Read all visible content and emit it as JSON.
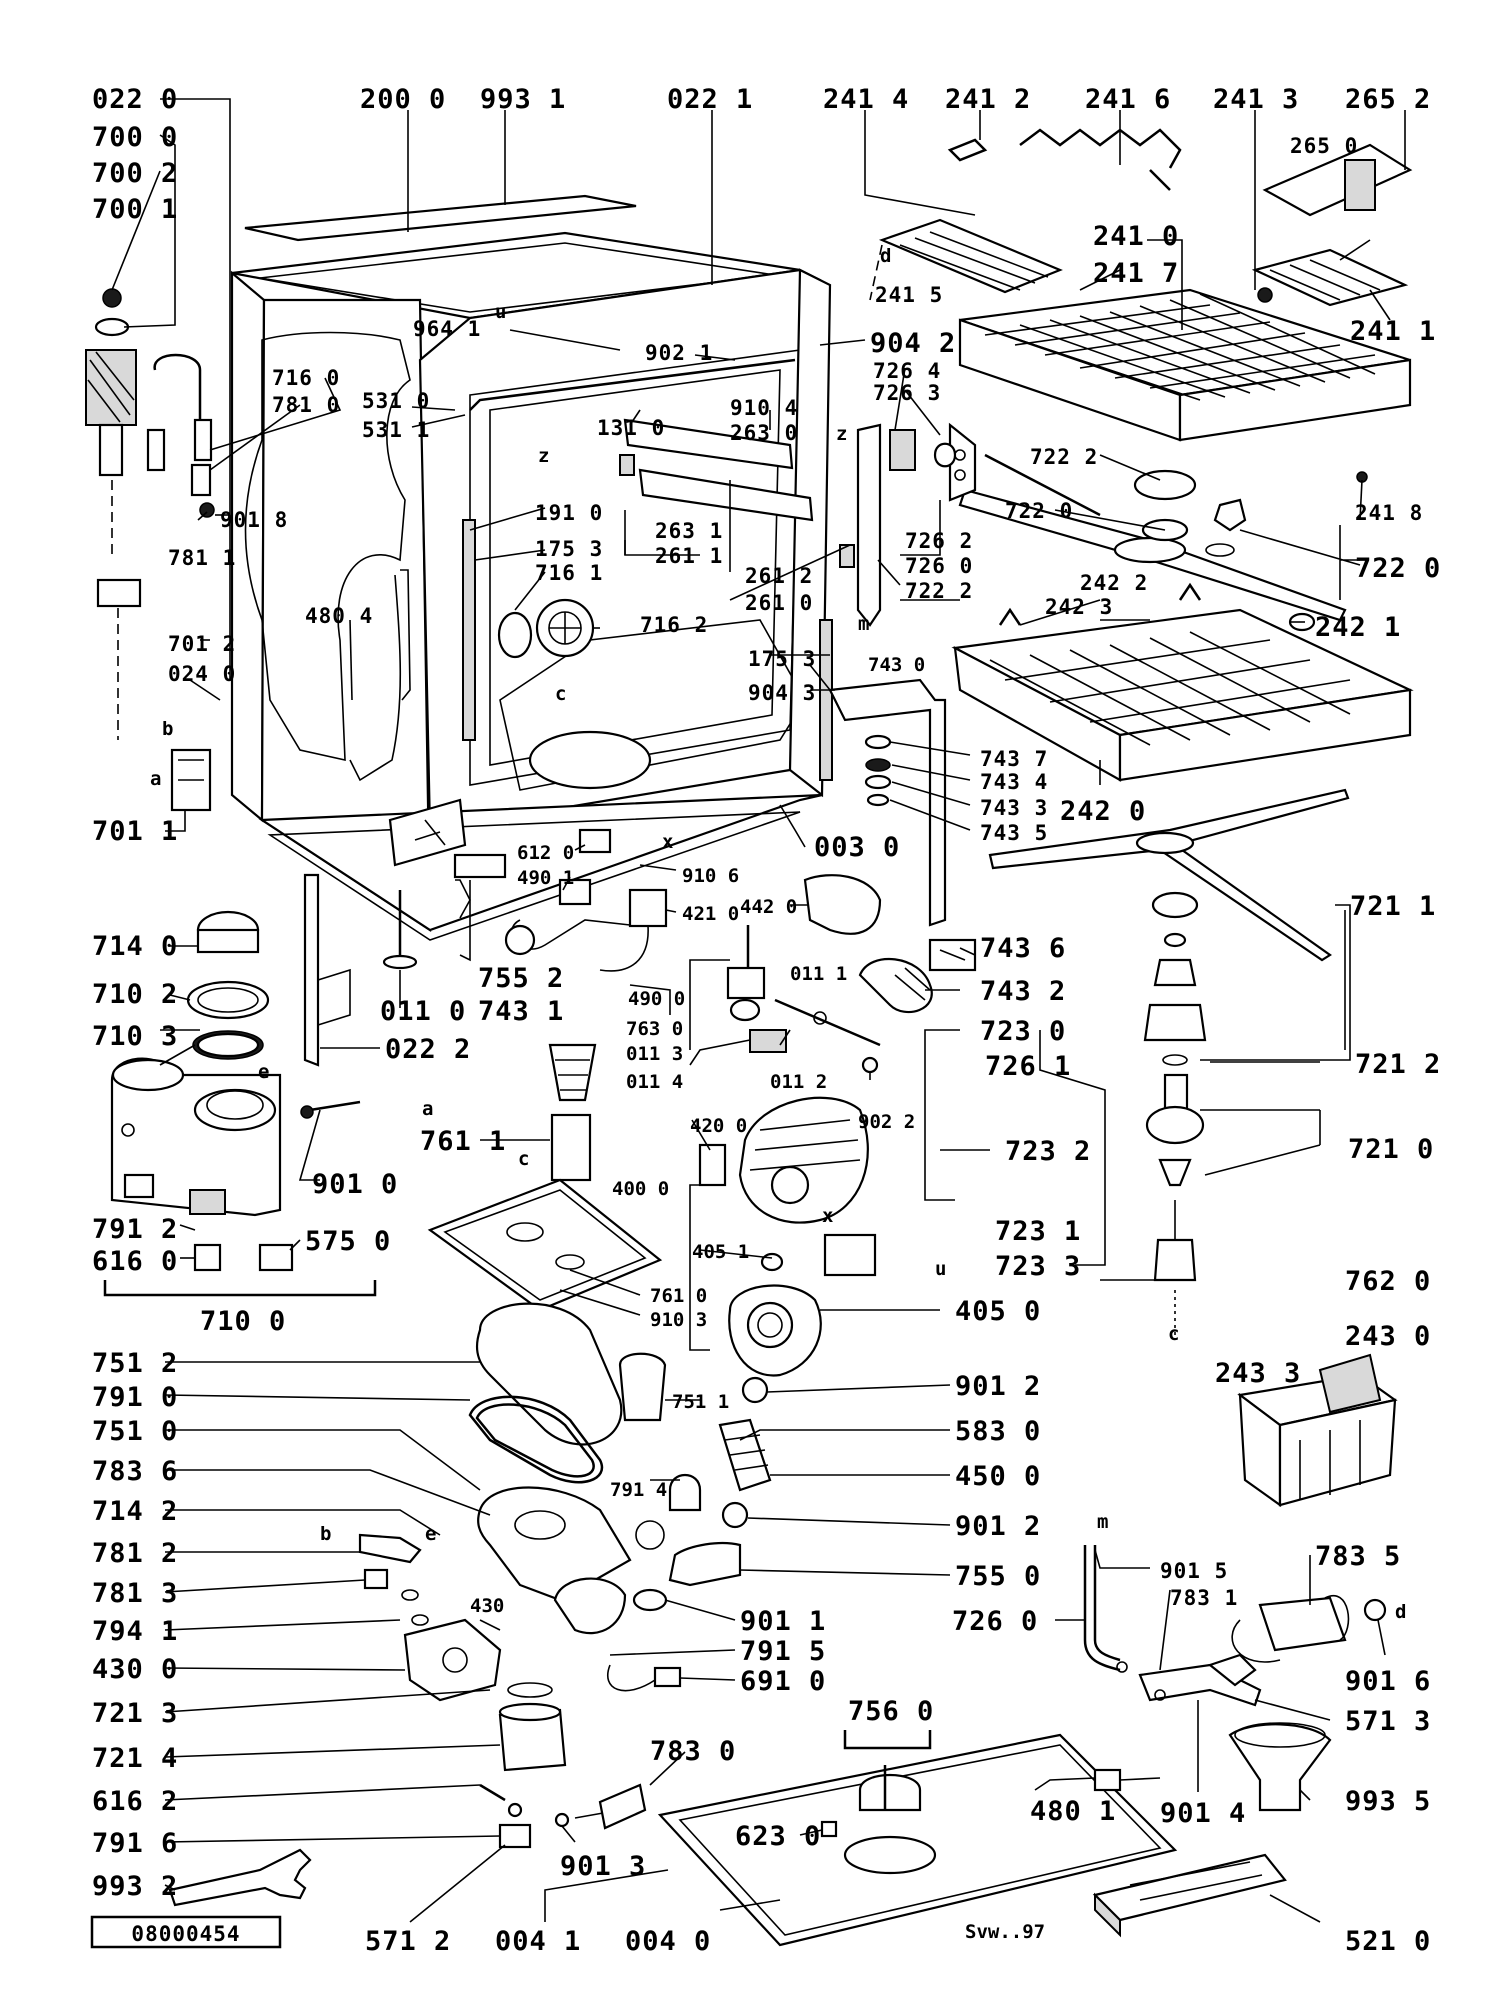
{
  "drawing_number": "08000454",
  "signature": "Svw..97",
  "callouts": {
    "c022_0": "022 0",
    "c200_0": "200 0",
    "c993_1": "993 1",
    "c022_1": "022 1",
    "c241_4": "241 4",
    "c241_2": "241 2",
    "c241_6": "241 6",
    "c241_3": "241 3",
    "c265_2": "265 2",
    "c700_0": "700 0",
    "c700_2": "700 2",
    "c700_1": "700 1",
    "c265_0": "265 0",
    "c241_0": "241 0",
    "c241_7": "241 7",
    "c241_5": "241 5",
    "c241_1": "241 1",
    "c964_1": "964 1",
    "c902_1": "902 1",
    "c904_2": "904 2",
    "c726_4": "726 4",
    "c726_3": "726 3",
    "c716_0": "716 0",
    "c781_0": "781 0",
    "c531_0": "531 0",
    "c531_1": "531 1",
    "c131_0": "131 0",
    "c910_4": "910 4",
    "c263_0": "263 0",
    "c722_2a": "722 2",
    "c722_0a": "722 0",
    "c241_8": "241 8",
    "c722_0b": "722 0",
    "c901_8": "901 8",
    "c191_0": "191 0",
    "c175_3a": "175 3",
    "c716_1": "716 1",
    "c263_1": "263 1",
    "c261_1": "261 1",
    "c261_2": "261 2",
    "c261_0": "261 0",
    "c726_2": "726 2",
    "c726_0a": "726 0",
    "c722_2b": "722 2",
    "c781_1": "781 1",
    "c242_2": "242 2",
    "c242_3": "242 3",
    "c242_1": "242 1",
    "c480_4": "480 4",
    "c716_2": "716 2",
    "c701_2": "701 2",
    "c024_0": "024 0",
    "c175_3b": "175 3",
    "c904_3": "904 3",
    "c743_0": "743 0",
    "c743_7": "743 7",
    "c743_4": "743 4",
    "c743_3": "743 3",
    "c743_5": "743 5",
    "c242_0": "242 0",
    "c701_1": "701 1",
    "c003_0": "003 0",
    "c612_0": "612 0",
    "c490_1": "490 1",
    "c910_6": "910 6",
    "c421_0": "421 0",
    "c442_0": "442 0",
    "c721_1": "721 1",
    "c714_0": "714 0",
    "c755_2": "755 2",
    "c743_1": "743 1",
    "c743_6": "743 6",
    "c743_2": "743 2",
    "c710_2": "710 2",
    "c011_0": "011 0",
    "c022_2": "022 2",
    "c490_0": "490 0",
    "c763_0": "763 0",
    "c011_1": "011 1",
    "c723_0": "723 0",
    "c726_1": "726 1",
    "c710_3": "710 3",
    "c011_3": "011 3",
    "c011_4": "011 4",
    "c011_2": "011 2",
    "c902_2": "902 2",
    "c721_2": "721 2",
    "c761_1": "761 1",
    "c420_0": "420 0",
    "c723_2": "723 2",
    "c721_0": "721 0",
    "c901_0": "901 0",
    "c400_0": "400 0",
    "c791_2": "791 2",
    "c616_0": "616 0",
    "c575_0": "575 0",
    "c723_1": "723 1",
    "c723_3": "723 3",
    "c405_1": "405 1",
    "c762_0": "762 0",
    "c761_0": "761 0",
    "c910_3": "910 3",
    "c710_0": "710 0",
    "c405_0": "405 0",
    "c243_0": "243 0",
    "c243_3": "243 3",
    "c751_2": "751 2",
    "c901_2a": "901 2",
    "c791_0": "791 0",
    "c751_1": "751 1",
    "c751_0": "751 0",
    "c583_0": "583 0",
    "c783_6": "783 6",
    "c450_0": "450 0",
    "c791_4": "791 4",
    "c714_2": "714 2",
    "c901_2b": "901 2",
    "c781_2": "781 2",
    "c755_0": "755 0",
    "c901_5": "901 5",
    "c783_5": "783 5",
    "c783_1": "783 1",
    "c781_3": "781 3",
    "c430": "430",
    "c901_1": "901 1",
    "c726_0b": "726 0",
    "c794_1": "794 1",
    "c791_5": "791 5",
    "c430_0": "430 0",
    "c691_0": "691 0",
    "c901_6": "901 6",
    "c571_3": "571 3",
    "c721_3": "721 3",
    "c756_0": "756 0",
    "c721_4": "721 4",
    "c783_0": "783 0",
    "c480_1": "480 1",
    "c901_4": "901 4",
    "c616_2": "616 2",
    "c623_0": "623 0",
    "c993_5": "993 5",
    "c791_6": "791 6",
    "c901_3": "901 3",
    "c993_2": "993 2",
    "c571_2": "571 2",
    "c004_1": "004 1",
    "c004_0": "004 0",
    "c521_0": "521 0"
  },
  "letters": {
    "a1": "a",
    "b1": "b",
    "a2": "a",
    "b2": "b",
    "c1": "c",
    "c2": "c",
    "c3": "c",
    "d1": "d",
    "d2": "d",
    "e1": "e",
    "e2": "e",
    "m1": "m",
    "m2": "m",
    "u1": "u",
    "u2": "u",
    "x1": "x",
    "x2": "x",
    "z1": "z",
    "z2": "z"
  }
}
